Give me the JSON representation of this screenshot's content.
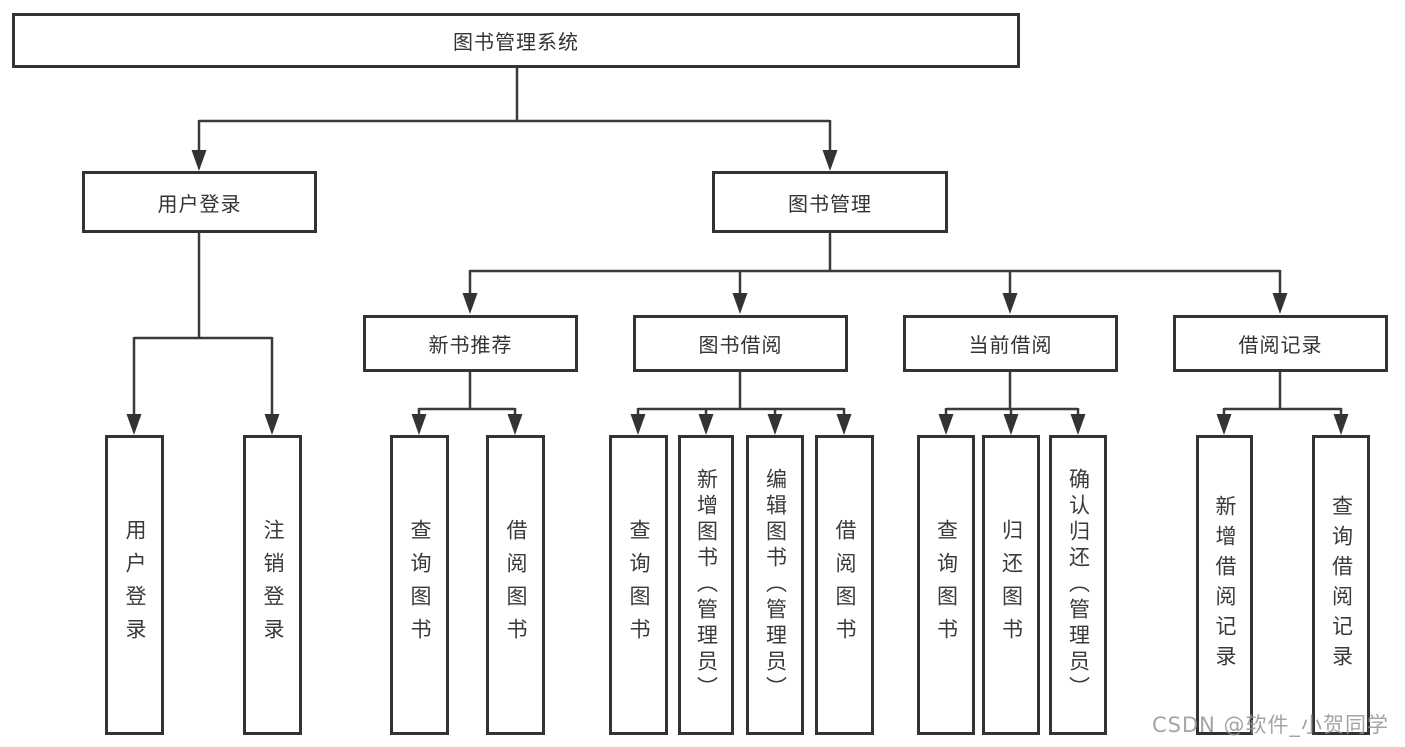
{
  "diagram_title": "图书管理系统",
  "root": {
    "label": "图书管理系统"
  },
  "level2": [
    {
      "label": "用户登录"
    },
    {
      "label": "图书管理"
    }
  ],
  "level3": [
    {
      "label": "新书推荐"
    },
    {
      "label": "图书借阅"
    },
    {
      "label": "当前借阅"
    },
    {
      "label": "借阅记录"
    }
  ],
  "leaves": [
    {
      "label": "用户登录",
      "parent": "用户登录"
    },
    {
      "label": "注销登录",
      "parent": "用户登录"
    },
    {
      "label": "查询图书",
      "parent": "新书推荐"
    },
    {
      "label": "借阅图书",
      "parent": "新书推荐"
    },
    {
      "label": "查询图书",
      "parent": "图书借阅"
    },
    {
      "label": "新增图书（管理员）",
      "parent": "图书借阅"
    },
    {
      "label": "编辑图书（管理员）",
      "parent": "图书借阅"
    },
    {
      "label": "借阅图书",
      "parent": "图书借阅"
    },
    {
      "label": "查询图书",
      "parent": "当前借阅"
    },
    {
      "label": "归还图书",
      "parent": "当前借阅"
    },
    {
      "label": "确认归还（管理员）",
      "parent": "当前借阅"
    },
    {
      "label": "新增借阅记录",
      "parent": "借阅记录"
    },
    {
      "label": "查询借阅记录",
      "parent": "借阅记录"
    }
  ],
  "watermark": {
    "text": "CSDN @软件_小贺同学"
  },
  "colors": {
    "line": "#3a3a3a",
    "border": "#333333",
    "text": "#333333",
    "watermark": "#949494",
    "background": "#ffffff"
  }
}
